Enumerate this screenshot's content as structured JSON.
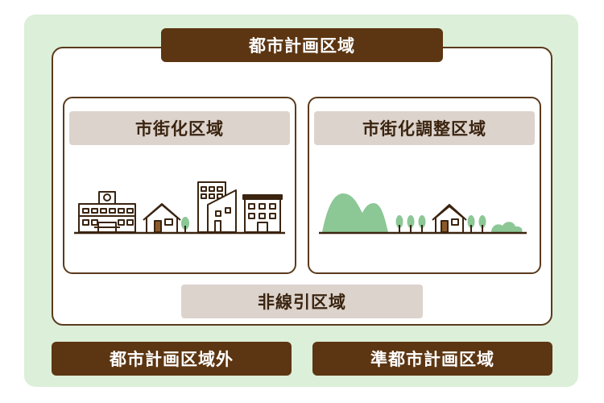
{
  "diagram": {
    "outer_title": "都市計画区域",
    "urbanization_area": "市街化区域",
    "urbanization_control_area": "市街化調整区域",
    "non_delineated_area": "非線引区域",
    "outside_city_planning_area": "都市計画区域外",
    "quasi_city_planning_area": "準都市計画区域"
  },
  "colors": {
    "dark_brown": "#5c3512",
    "label_beige": "#dcd3cc",
    "outer_green": "#dcefd9",
    "tree_green": "#8cc796"
  }
}
